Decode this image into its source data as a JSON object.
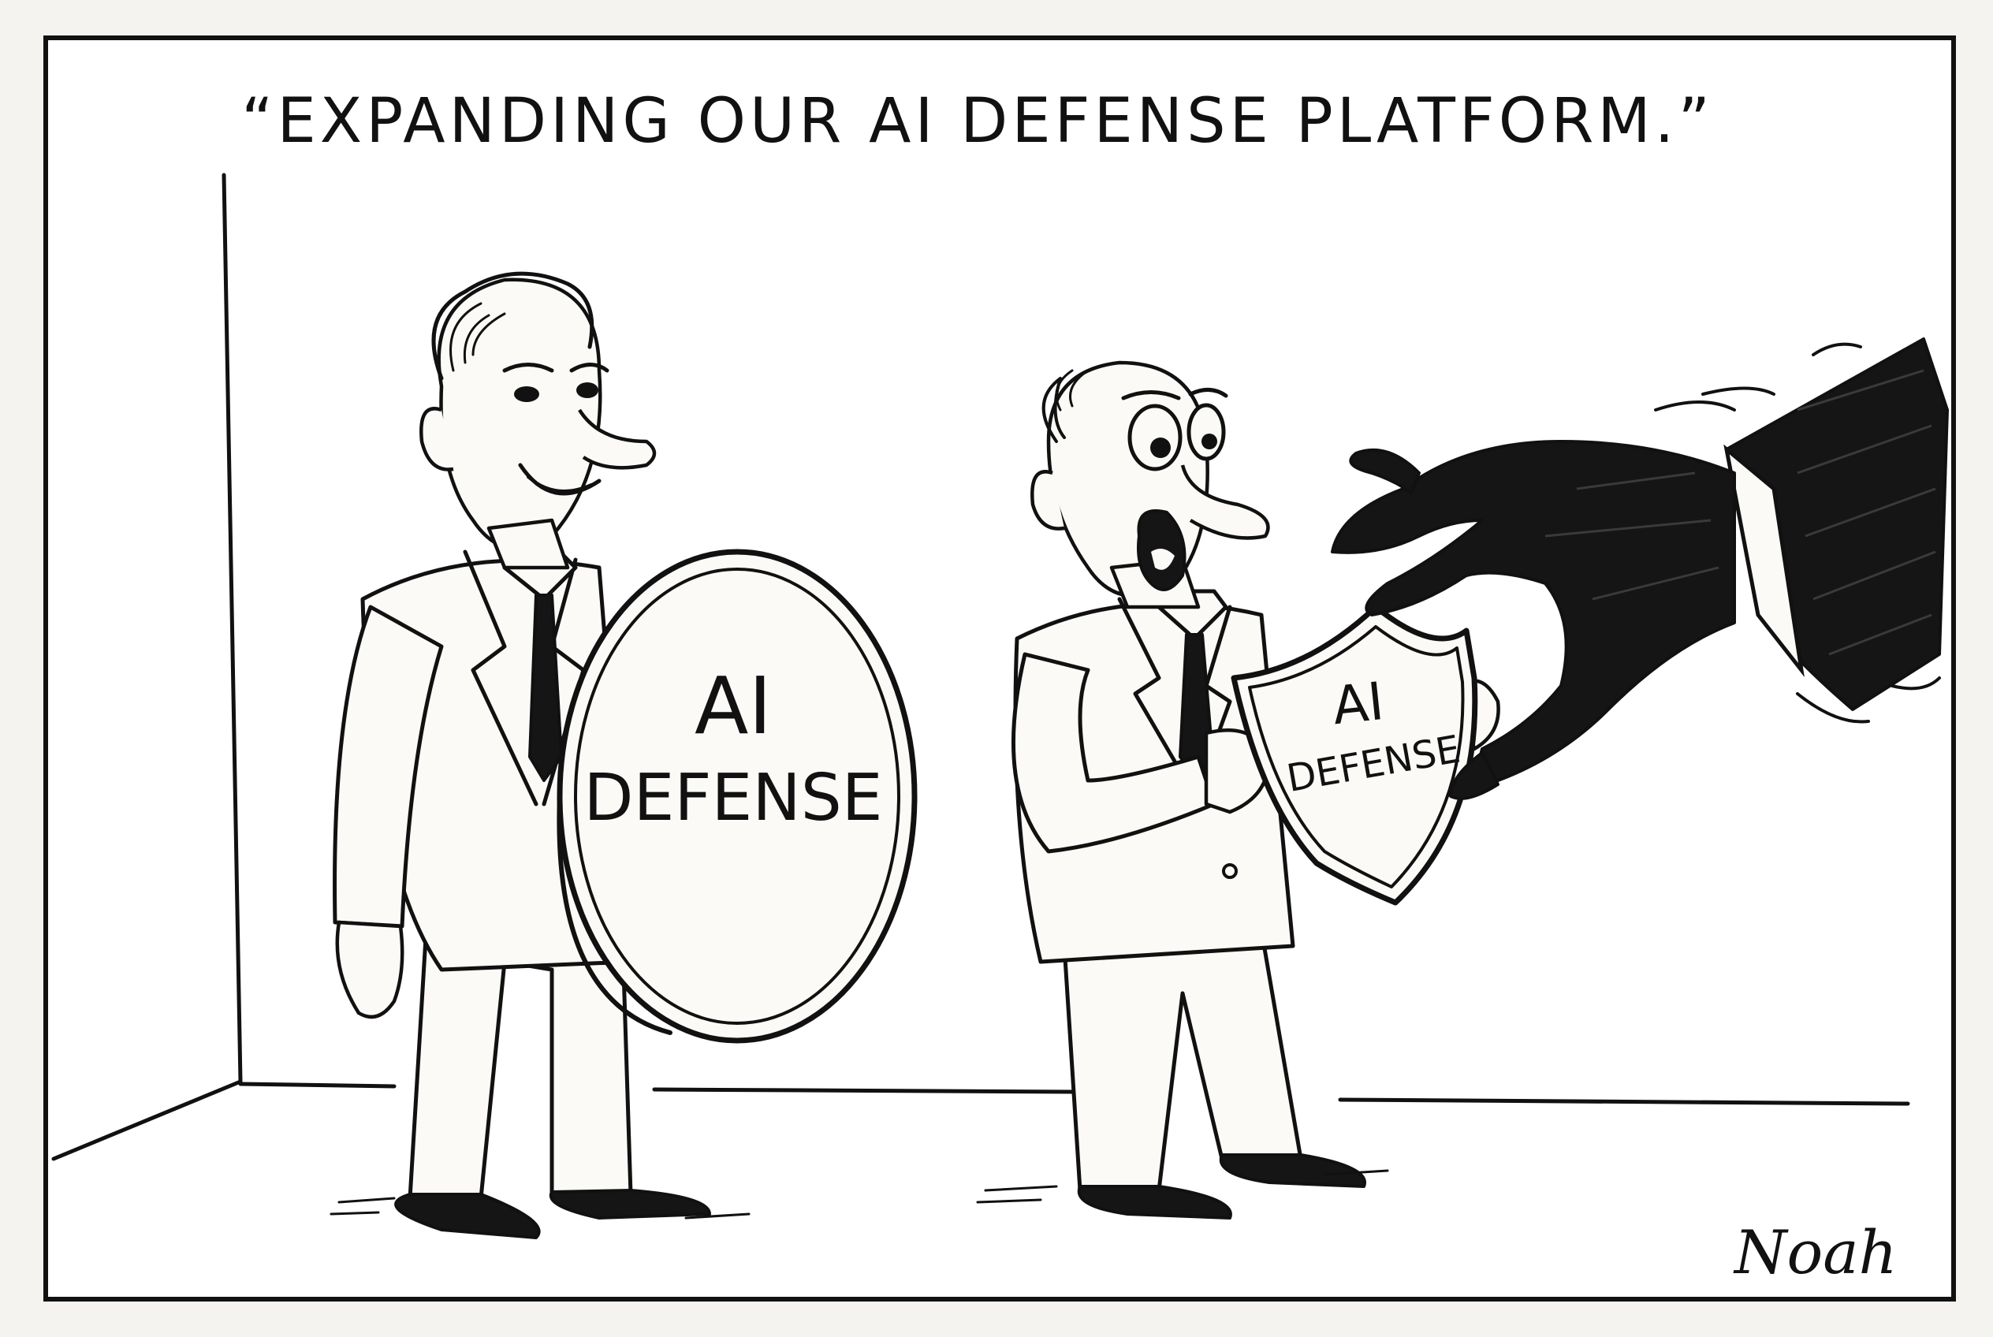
{
  "caption": "“EXPANDING OUR AI DEFENSE PLATFORM.”",
  "left_shield": {
    "line1": "AI",
    "line2": "DEFENSE"
  },
  "right_shield": {
    "line1": "AI",
    "line2": "DEFENSE"
  },
  "signature": "Noah",
  "colors": {
    "ink": "#111111",
    "paper": "#f4f3f0",
    "shadow_hand": "#151515"
  }
}
